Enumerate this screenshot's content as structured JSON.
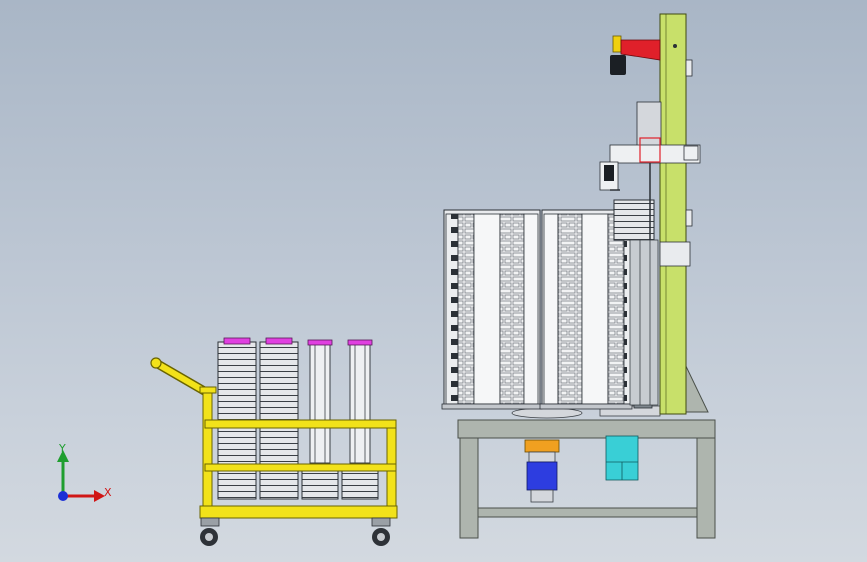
{
  "view": {
    "background_top": "#a9b6c6",
    "background_bottom": "#d3d9e0"
  },
  "triad": {
    "y_label": "Y",
    "x_label": "X",
    "y_color": "#1f9e2f",
    "x_color": "#d01616",
    "z_color": "#1a2fd6"
  },
  "colors": {
    "cart_frame": "#f2e21a",
    "cart_frame_edge": "#6a6400",
    "frame_gray": "#aeb5ae",
    "frame_edge": "#4a504a",
    "column_green": "#c8e06a",
    "magenta_cap": "#e040e0",
    "red_part": "#e0202a",
    "cyan_motor": "#39cfd6",
    "blue_motor": "#2d3de0",
    "orange_part": "#f0a020",
    "steel": "#d4d7dc",
    "dark": "#1b1f24"
  },
  "parts": {
    "cart": "carrier-cart",
    "machine": "stacking-machine",
    "column": "lift-column",
    "magazines": "disc-magazines"
  }
}
